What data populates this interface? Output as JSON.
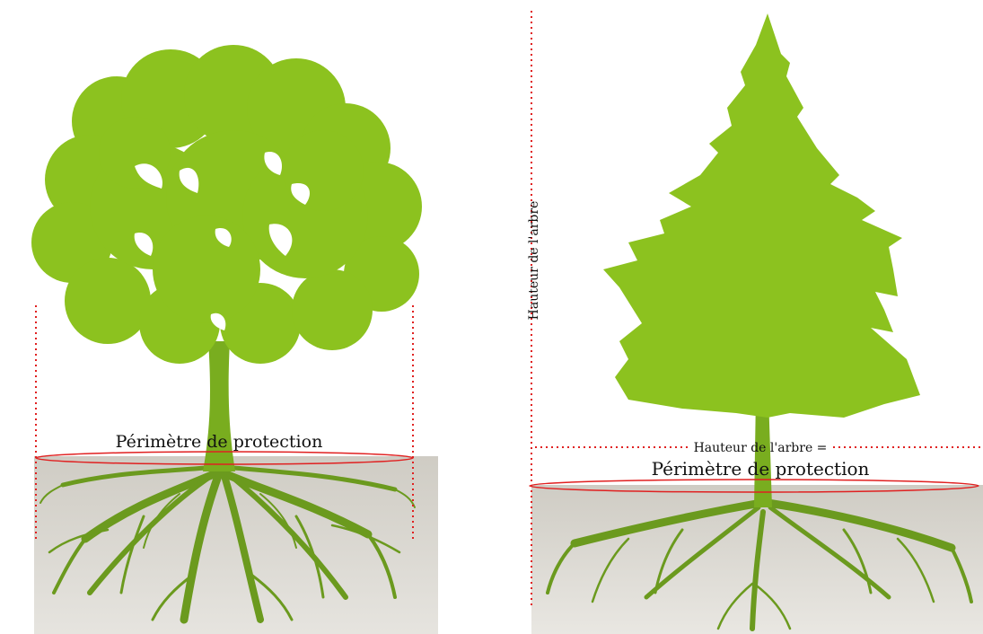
{
  "left_tree": {
    "protection_label": "Périmètre de protection"
  },
  "right_tree": {
    "height_vertical_label": "Hauteur de l'arbre",
    "height_equals_label": "Hauteur de l'arbre =",
    "protection_label": "Périmètre de protection"
  },
  "colors": {
    "foliage": "#8cc21f",
    "roots": "#6b9a1e",
    "soil": "#d4d1ca",
    "guide_line": "#e02020"
  },
  "icons": [
    "deciduous-tree-icon",
    "conifer-tree-icon",
    "roots-icon"
  ]
}
